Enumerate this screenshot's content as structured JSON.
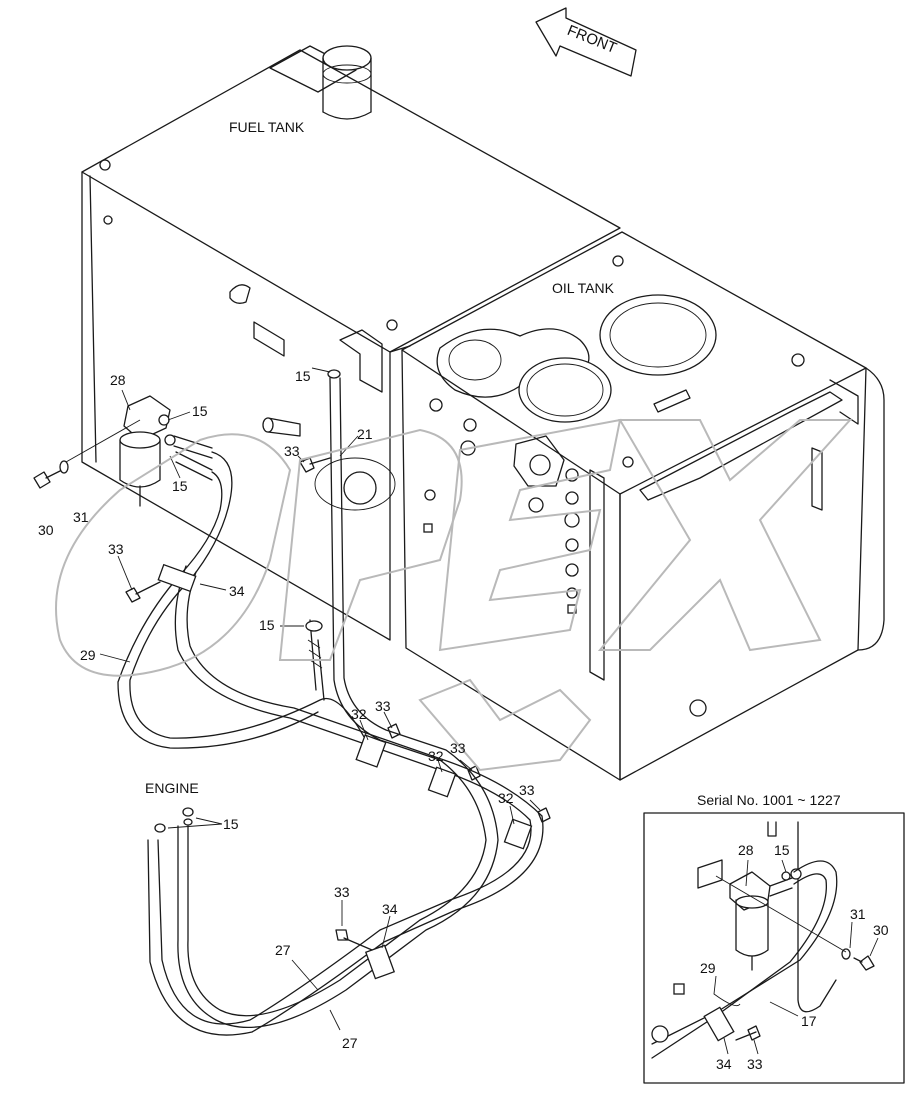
{
  "labels": {
    "front": "FRONT",
    "fuel_tank": "FUEL TANK",
    "oil_tank": "OIL TANK",
    "engine": "ENGINE",
    "serial": "Serial No. 1001 ~ 1227"
  },
  "callouts": {
    "c28": "28",
    "c15a": "15",
    "c15b": "15",
    "c30": "30",
    "c31": "31",
    "c15c": "15",
    "c33a": "33",
    "c21": "21",
    "c33b": "33",
    "c34a": "34",
    "c15d": "15",
    "c29": "29",
    "c32a": "32",
    "c33c": "33",
    "c32b": "32",
    "c33d": "33",
    "c32c": "32",
    "c33e": "33",
    "c15e": "15",
    "c33f": "33",
    "c34b": "34",
    "c27a": "27",
    "c27b": "27",
    "i28": "28",
    "i15": "15",
    "i31": "31",
    "i30": "30",
    "i29": "29",
    "i17": "17",
    "i34": "34",
    "i33": "33"
  },
  "watermark": "OPEX",
  "colors": {
    "line": "#1a1a1a",
    "watermark": "#b9b9b9",
    "background": "#ffffff"
  }
}
